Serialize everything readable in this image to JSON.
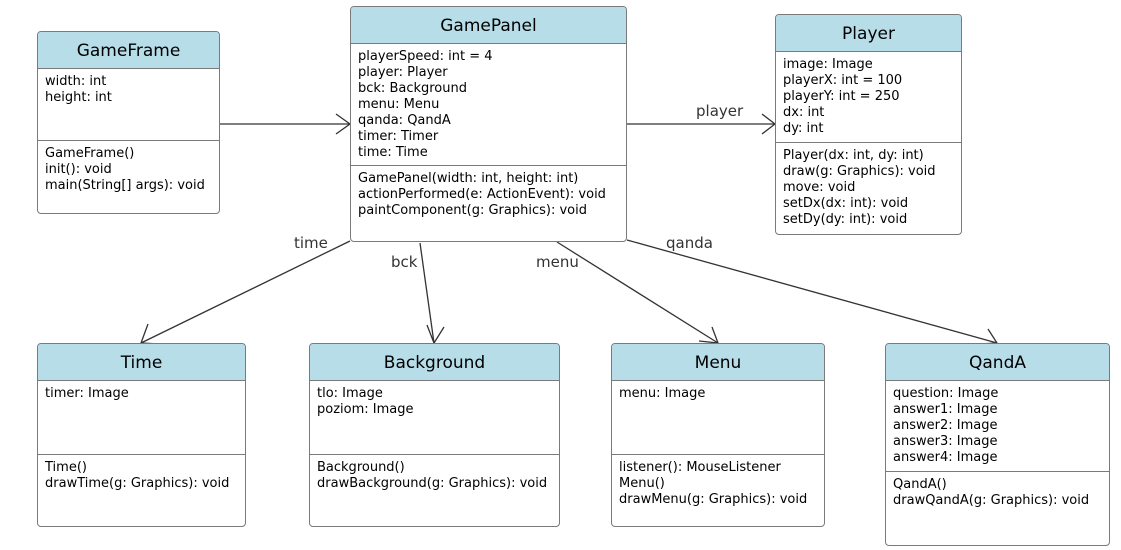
{
  "classes": [
    {
      "id": "gameframe",
      "name": "GameFrame",
      "attributes": [
        "width: int",
        "height: int"
      ],
      "operations": [
        "GameFrame()",
        "init(): void",
        "main(String[] args): void"
      ]
    },
    {
      "id": "gamepanel",
      "name": "GamePanel",
      "attributes": [
        "playerSpeed: int = 4",
        "player: Player",
        "bck: Background",
        "menu: Menu",
        "qanda: QandA",
        "timer: Timer",
        "time: Time"
      ],
      "operations": [
        "GamePanel(width: int, height: int)",
        "actionPerformed(e: ActionEvent): void",
        "paintComponent(g: Graphics): void"
      ]
    },
    {
      "id": "player",
      "name": "Player",
      "attributes": [
        "image: Image",
        "playerX: int = 100",
        "playerY: int = 250",
        "dx: int",
        "dy: int"
      ],
      "operations": [
        "Player(dx: int, dy: int)",
        "draw(g: Graphics): void",
        "move: void",
        "setDx(dx: int): void",
        "setDy(dy: int): void"
      ]
    },
    {
      "id": "time",
      "name": "Time",
      "attributes": [
        "timer: Image"
      ],
      "operations": [
        "Time()",
        "drawTime(g: Graphics): void"
      ]
    },
    {
      "id": "background",
      "name": "Background",
      "attributes": [
        "tlo: Image",
        "poziom: Image"
      ],
      "operations": [
        "Background()",
        "drawBackground(g: Graphics): void"
      ]
    },
    {
      "id": "menu",
      "name": "Menu",
      "attributes": [
        "menu: Image"
      ],
      "operations": [
        "listener(): MouseListener",
        "Menu()",
        "drawMenu(g: Graphics): void"
      ]
    },
    {
      "id": "qanda",
      "name": "QandA",
      "attributes": [
        "question: Image",
        "answer1: Image",
        "answer2: Image",
        "answer3: Image",
        "answer4: Image"
      ],
      "operations": [
        "QandA()",
        "drawQandA(g: Graphics): void"
      ]
    }
  ],
  "associations": [
    {
      "id": "gameframe-gamepanel",
      "from": "GameFrame",
      "to": "GamePanel",
      "label": ""
    },
    {
      "id": "player",
      "from": "GamePanel",
      "to": "Player",
      "label": "player"
    },
    {
      "id": "time",
      "from": "GamePanel",
      "to": "Time",
      "label": "time"
    },
    {
      "id": "bck",
      "from": "GamePanel",
      "to": "Background",
      "label": "bck"
    },
    {
      "id": "menu",
      "from": "GamePanel",
      "to": "Menu",
      "label": "menu"
    },
    {
      "id": "qanda",
      "from": "GamePanel",
      "to": "QandA",
      "label": "qanda"
    }
  ],
  "colors": {
    "header_fill": "#b6dde8",
    "border": "#7a7a7a",
    "edge": "#333333"
  }
}
